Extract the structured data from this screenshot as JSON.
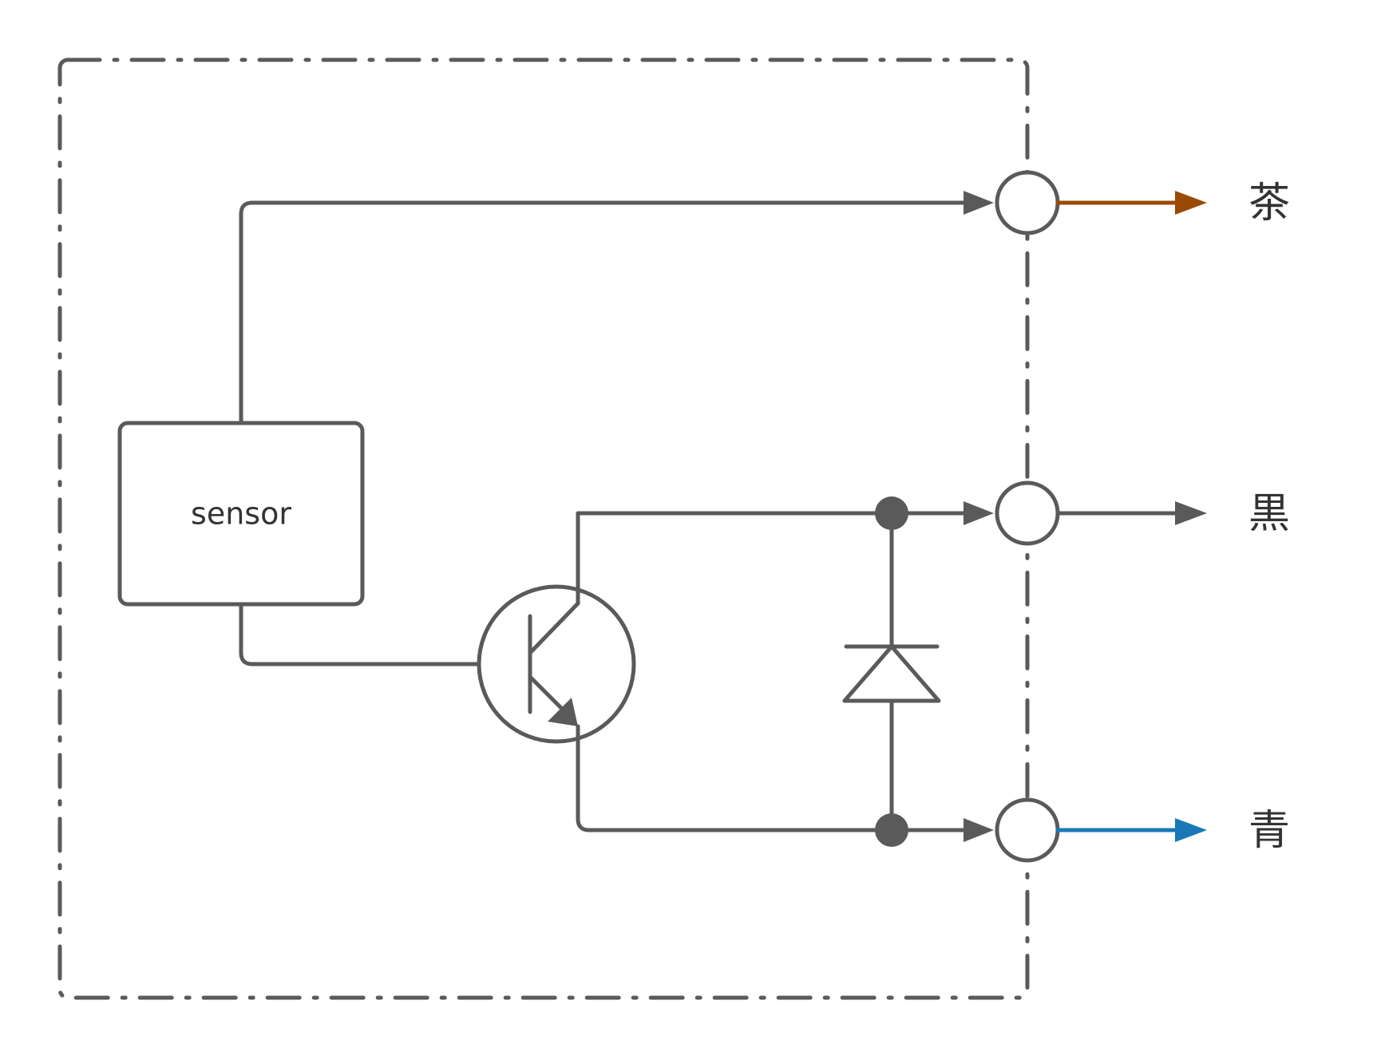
{
  "diagram": {
    "sensor_label": "sensor",
    "outputs": [
      {
        "label": "茶",
        "wire_color": "#9a4a00"
      },
      {
        "label": "黒",
        "wire_color": "#5a5a5a"
      },
      {
        "label": "青",
        "wire_color": "#1a78b8"
      }
    ],
    "line_color": "#5a5a5a"
  }
}
